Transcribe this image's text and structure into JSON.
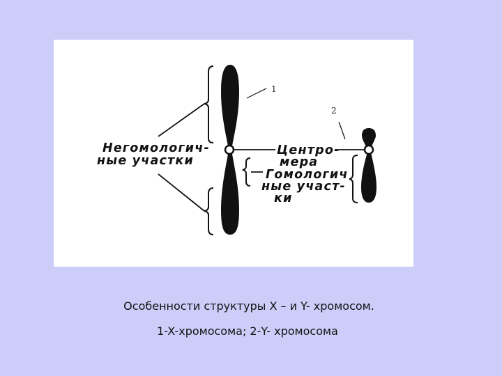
{
  "figure": {
    "marker_1": "1",
    "marker_2": "2",
    "label_nonhomologous": [
      "Негомологич-",
      "ные участки"
    ],
    "label_centromere": [
      "Центро-",
      "мера"
    ],
    "label_homologous": [
      "Гомологич",
      "ные участ-",
      "ки"
    ]
  },
  "caption": {
    "line1": "Особенности структуры X – и Y- хромосом.",
    "line2": "1-X-хромосома; 2-Y- хромосома"
  },
  "colors": {
    "background": "#cccdf9",
    "panel": "#ffffff",
    "ink": "#111111"
  }
}
